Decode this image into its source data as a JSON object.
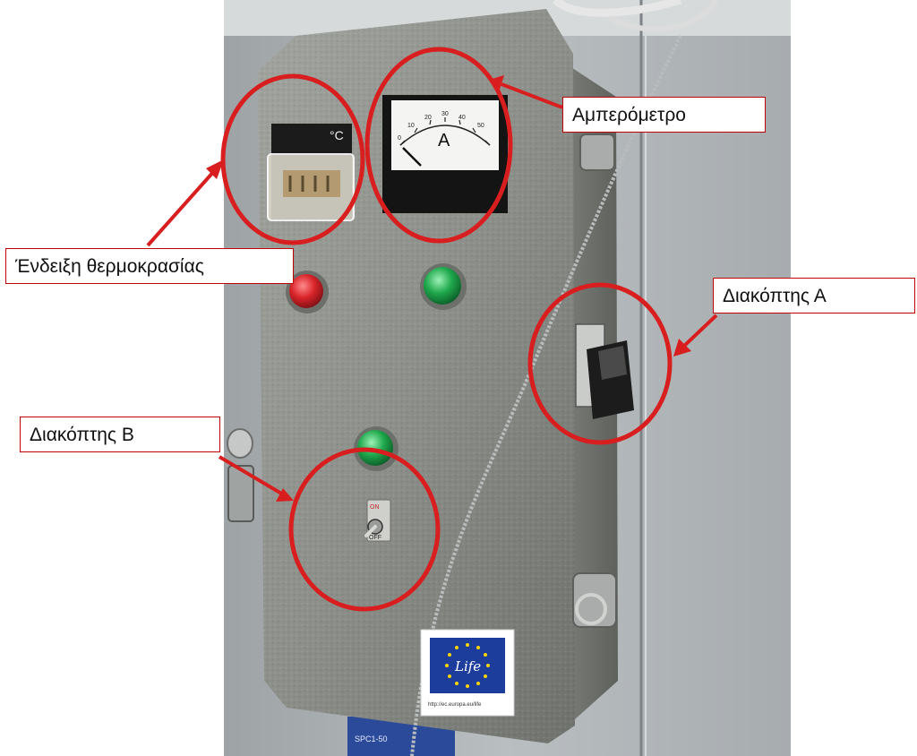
{
  "annotations": {
    "temperature": "Ένδειξη θερμοκρασίας",
    "ammeter": "Αμπερόμετρο",
    "switch_a": "Διακόπτης Α",
    "switch_b": "Διακόπτης Β"
  },
  "panel_markings": {
    "temp_unit": "°C",
    "ammeter_unit": "A",
    "ammeter_scale": [
      "0",
      "10",
      "20",
      "30",
      "40",
      "50"
    ],
    "switch_on": "ON",
    "switch_off": "OFF",
    "sticker_logo": "Life",
    "sticker_url": "http://ec.europa.eu/life",
    "module_label": "SPC1-50"
  },
  "colors": {
    "annotation_red": "#d81e1e",
    "panel_gray": "#8e918c",
    "wall_gray": "#b5babe",
    "lamp_red": "#d8242a",
    "lamp_green": "#1fa84c",
    "eu_blue": "#1d3d9c",
    "eu_star": "#ffd600"
  }
}
